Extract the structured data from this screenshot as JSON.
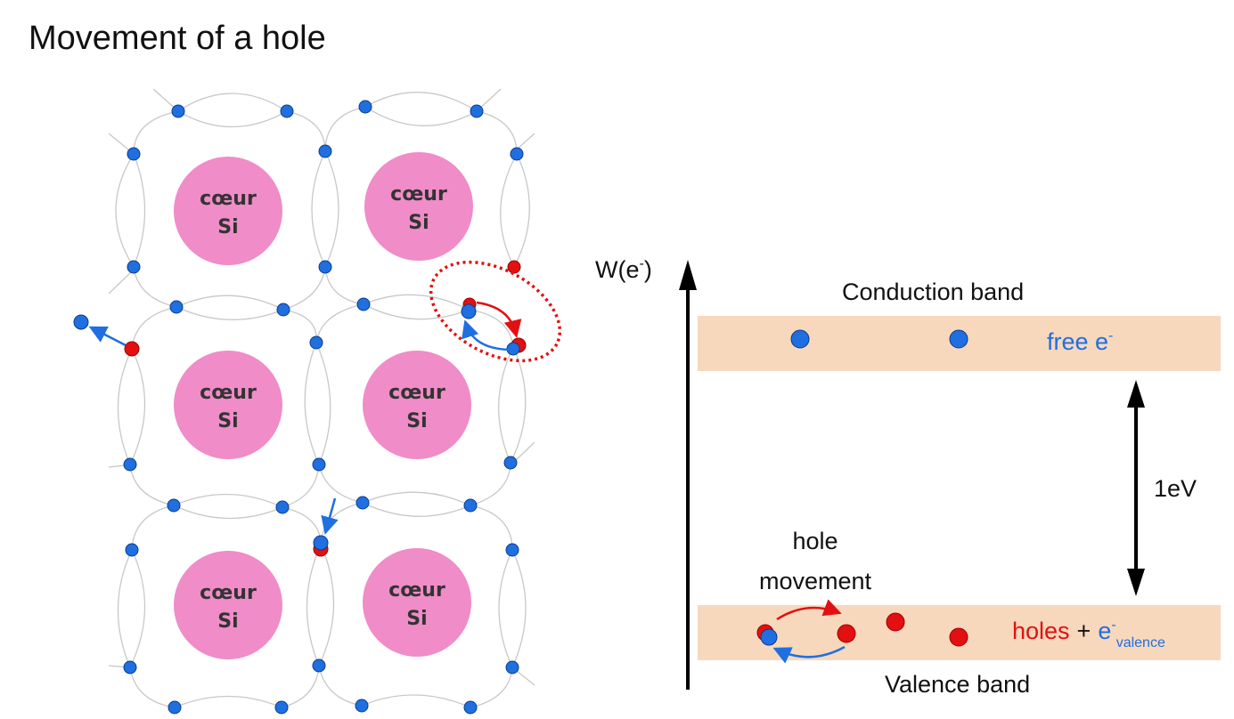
{
  "title": "Movement of a hole",
  "lattice": {
    "core_line1": "cœur",
    "core_line2": "Si"
  },
  "band_diagram": {
    "axis_label": "W(e",
    "axis_label_sup": "-",
    "axis_label_close": ")",
    "conduction_label": "Conduction band",
    "valence_label": "Valence band",
    "free_label": "free e",
    "free_sup": "-",
    "gap_label": "1eV",
    "hole_movement_line1": "hole",
    "hole_movement_line2": "movement",
    "holes_word": "holes",
    "plus": "+",
    "e_word": "e",
    "e_sup": "-",
    "e_sub": "valence"
  },
  "colors": {
    "electron": "#1f6fe0",
    "hole": "#e21010",
    "core": "#f08cc8",
    "band": "#f8d8bd",
    "bond": "#c8c8c8"
  }
}
